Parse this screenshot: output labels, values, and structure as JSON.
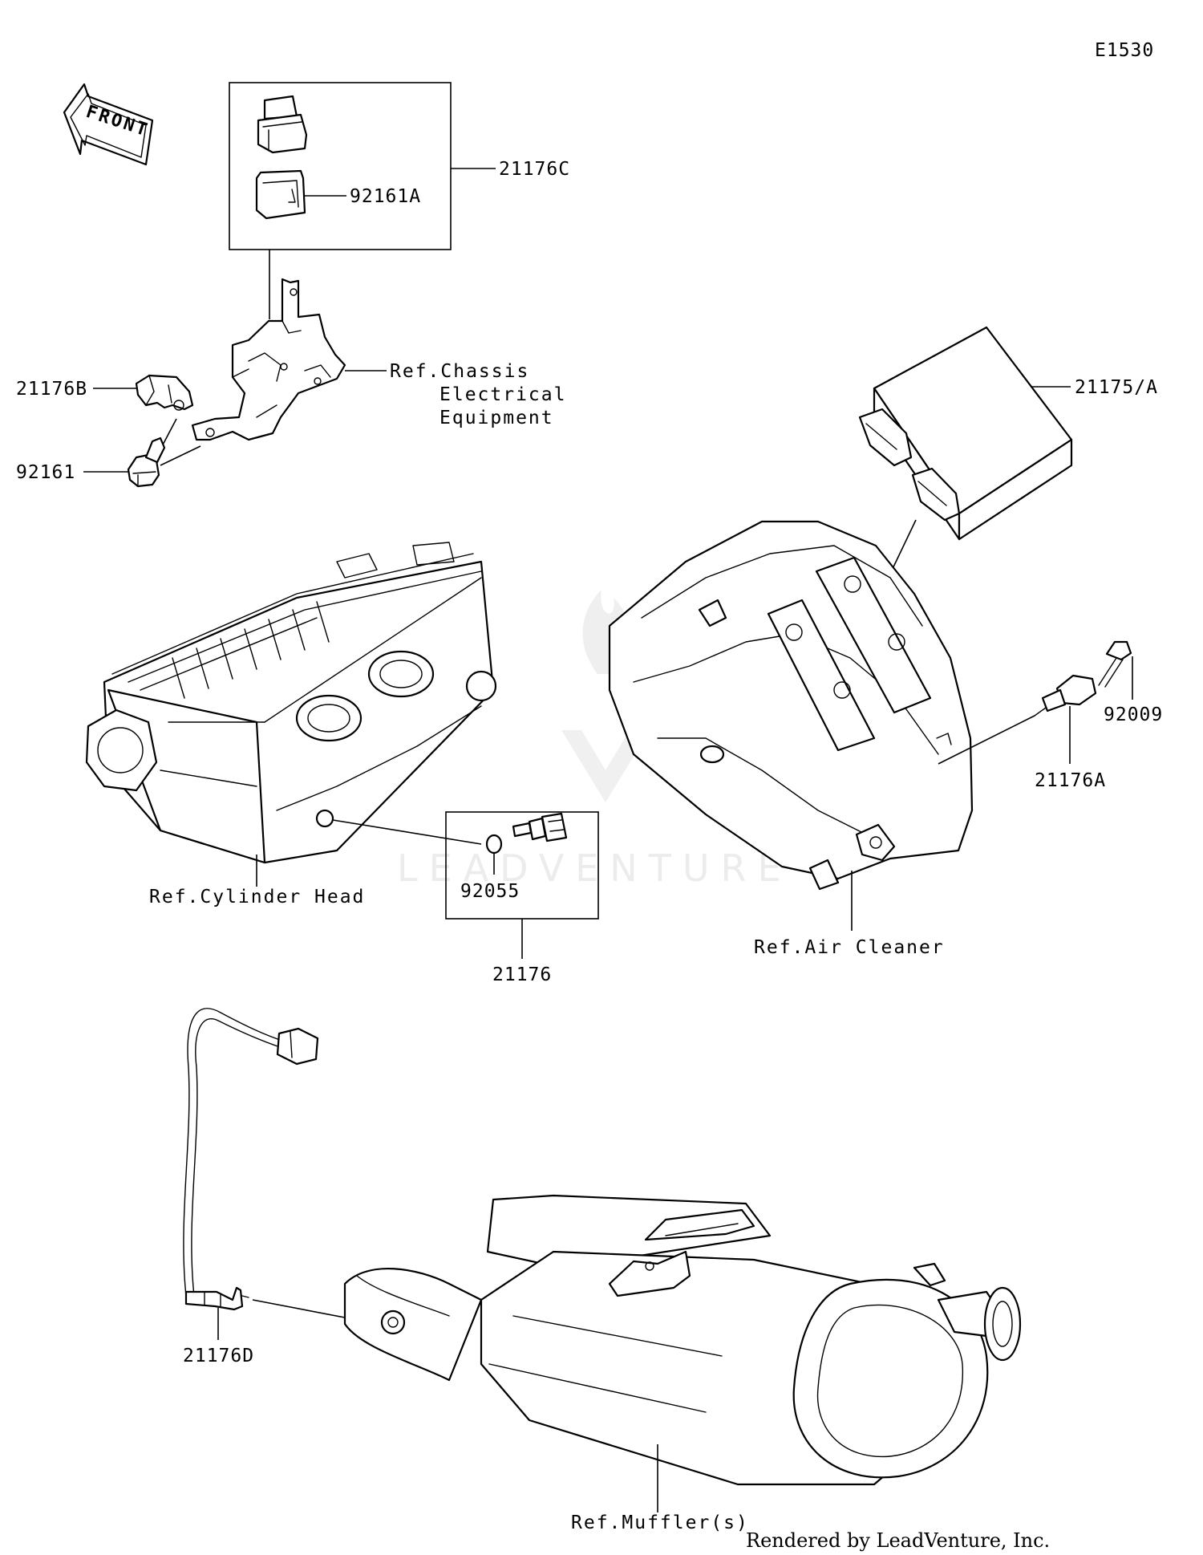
{
  "diagram_id": "E1530",
  "front_marker": "FRONT",
  "parts": {
    "p21176C": "21176C",
    "p92161A": "92161A",
    "p21176B": "21176B",
    "p92161": "92161",
    "p21175A": "21175/A",
    "p92009": "92009",
    "p21176A": "21176A",
    "p92055": "92055",
    "p21176": "21176",
    "p21176D": "21176D"
  },
  "refs": {
    "chassis_line1": "Ref.Chassis",
    "chassis_line2": "Electrical",
    "chassis_line3": "Equipment",
    "cylinder_head": "Ref.Cylinder Head",
    "air_cleaner": "Ref.Air Cleaner",
    "muffler": "Ref.Muffler(s)"
  },
  "watermark": "LEADVENTURE",
  "credit": "Rendered by LeadVenture, Inc."
}
